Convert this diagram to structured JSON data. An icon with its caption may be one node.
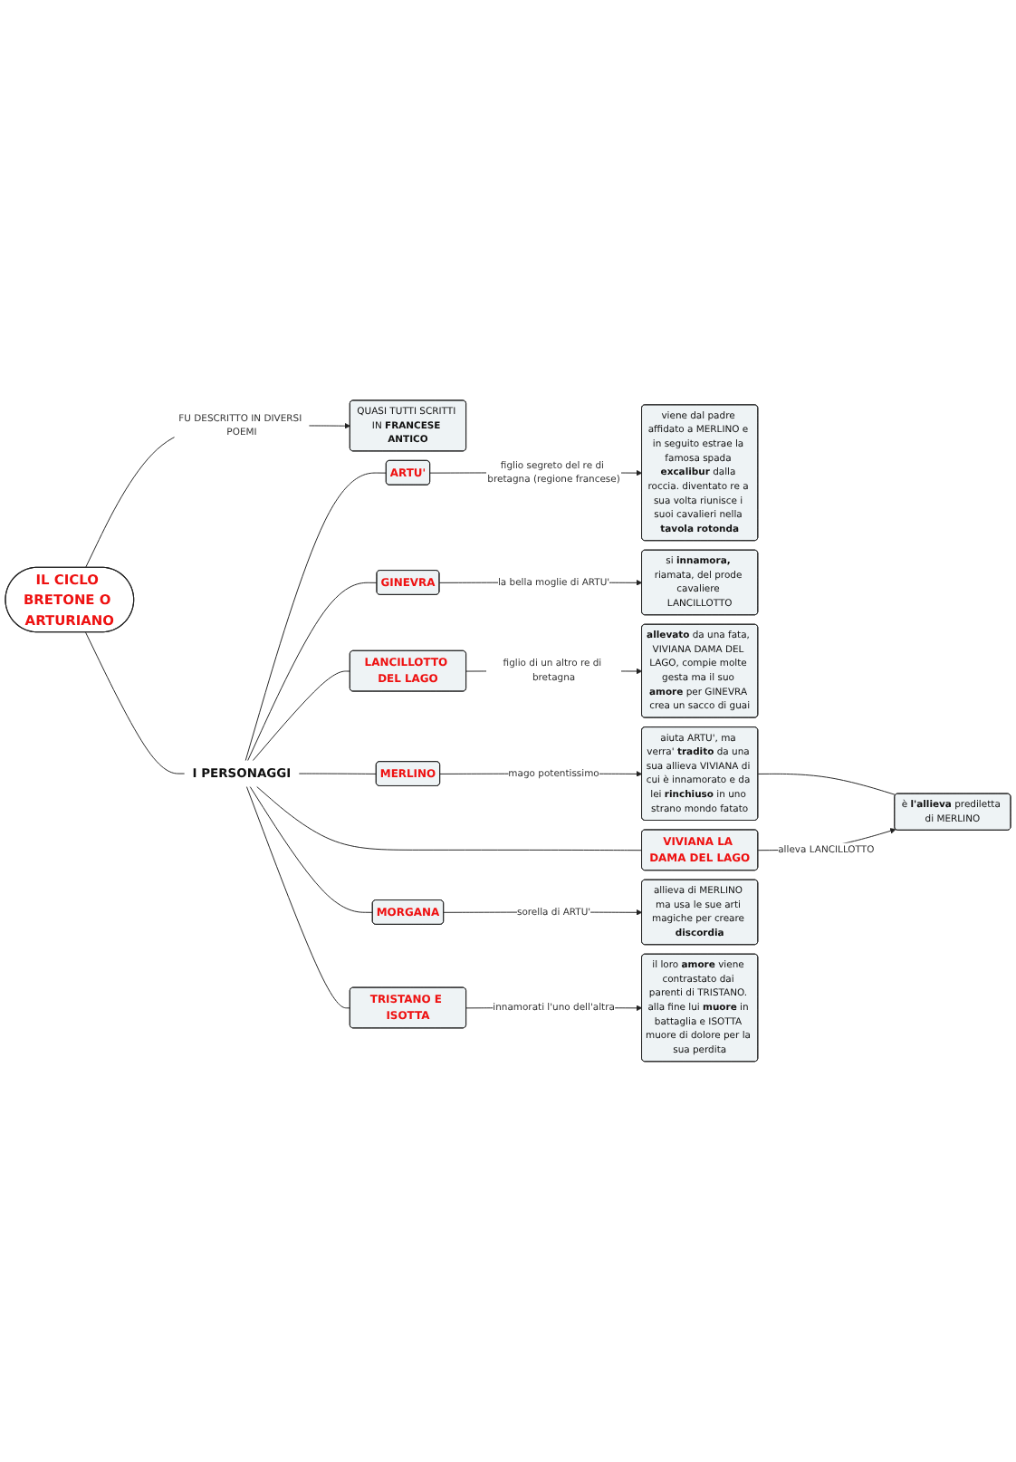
{
  "diagram": {
    "nodes": [
      {
        "text": [
          "IL CICLO BRETONE O ARTURIANO"
        ]
      },
      {
        "text": [
          "QUASI TUTTI SCRITTI IN **FRANCESE ANTICO**"
        ]
      },
      {
        "text": [
          "I PERSONAGGI"
        ]
      },
      {
        "text": [
          "ARTU'"
        ]
      },
      {
        "text": [
          "viene dal padre affidato a MERLINO e in seguito estrae la famosa spada **excalibur** dalla roccia. diventato re a sua volta riunisce i suoi cavalieri nella **tavola rotonda**"
        ]
      },
      {
        "text": [
          "GINEVRA"
        ]
      },
      {
        "text": [
          "si **innamora,** riamata, del prode cavaliere LANCILLOTTO"
        ]
      },
      {
        "text": [
          "LANCILLOTTO DEL LAGO"
        ]
      },
      {
        "text": [
          "**allevato** da una fata, VIVIANA DAMA DEL LAGO, compie molte gesta ma il suo **amore** per GINEVRA crea un sacco di guai"
        ]
      },
      {
        "text": [
          "MERLINO"
        ]
      },
      {
        "text": [
          "aiuta ARTU', ma verra' **tradito** da una sua allieva VIVIANA di cui è innamorato e da lei **rinchiuso** in uno strano mondo fatato"
        ]
      },
      {
        "text": [
          "VIVIANA LA DAMA DEL LAGO"
        ]
      },
      {
        "text": [
          "è **l'allieva** prediletta di MERLINO"
        ]
      },
      {
        "text": [
          "MORGANA"
        ]
      },
      {
        "text": [
          "allieva di MERLINO ma usa le sue arti magiche per creare **discordia**"
        ]
      },
      {
        "text": [
          "TRISTANO E ISOTTA"
        ]
      },
      {
        "text": [
          "il loro **amore** viene contrastato dai parenti di TRISTANO. alla fine lui **muore** in battaglia e ISOTTA muore di dolore per la sua perdita"
        ]
      }
    ],
    "edges": [
      {
        "from": 0,
        "to": 1,
        "arrow": "to",
        "label": "FU DESCRITTO IN DIVERSI POEMI"
      },
      {
        "from": 0,
        "to": 2,
        "arrow": "none"
      },
      {
        "from": 2,
        "to": 3,
        "arrow": "none"
      },
      {
        "from": 2,
        "to": 5,
        "arrow": "none"
      },
      {
        "from": 2,
        "to": 7,
        "arrow": "none"
      },
      {
        "from": 2,
        "to": 9,
        "arrow": "none"
      },
      {
        "from": 2,
        "to": 11,
        "arrow": "none"
      },
      {
        "from": 2,
        "to": 13,
        "arrow": "none"
      },
      {
        "from": 2,
        "to": 15,
        "arrow": "none"
      },
      {
        "from": 3,
        "to": 4,
        "arrow": "to",
        "label": "figlio segreto del re di bretagna (regione francese)"
      },
      {
        "from": 5,
        "to": 6,
        "arrow": "to",
        "label": "la bella moglie di ARTU'"
      },
      {
        "from": 7,
        "to": 8,
        "arrow": "to",
        "label": "figlio di un altro re di bretagna"
      },
      {
        "from": 9,
        "to": 10,
        "arrow": "to",
        "label": "mago potentissimo"
      },
      {
        "from": 10,
        "to": 12,
        "arrow": "none"
      },
      {
        "from": 11,
        "to": 12,
        "arrow": "to",
        "label": "alleva LANCILLOTTO"
      },
      {
        "from": 13,
        "to": 14,
        "arrow": "to",
        "label": "sorella di ARTU'"
      },
      {
        "from": 15,
        "to": 16,
        "arrow": "to",
        "label": "innamorati l'uno dell'altra"
      }
    ]
  }
}
